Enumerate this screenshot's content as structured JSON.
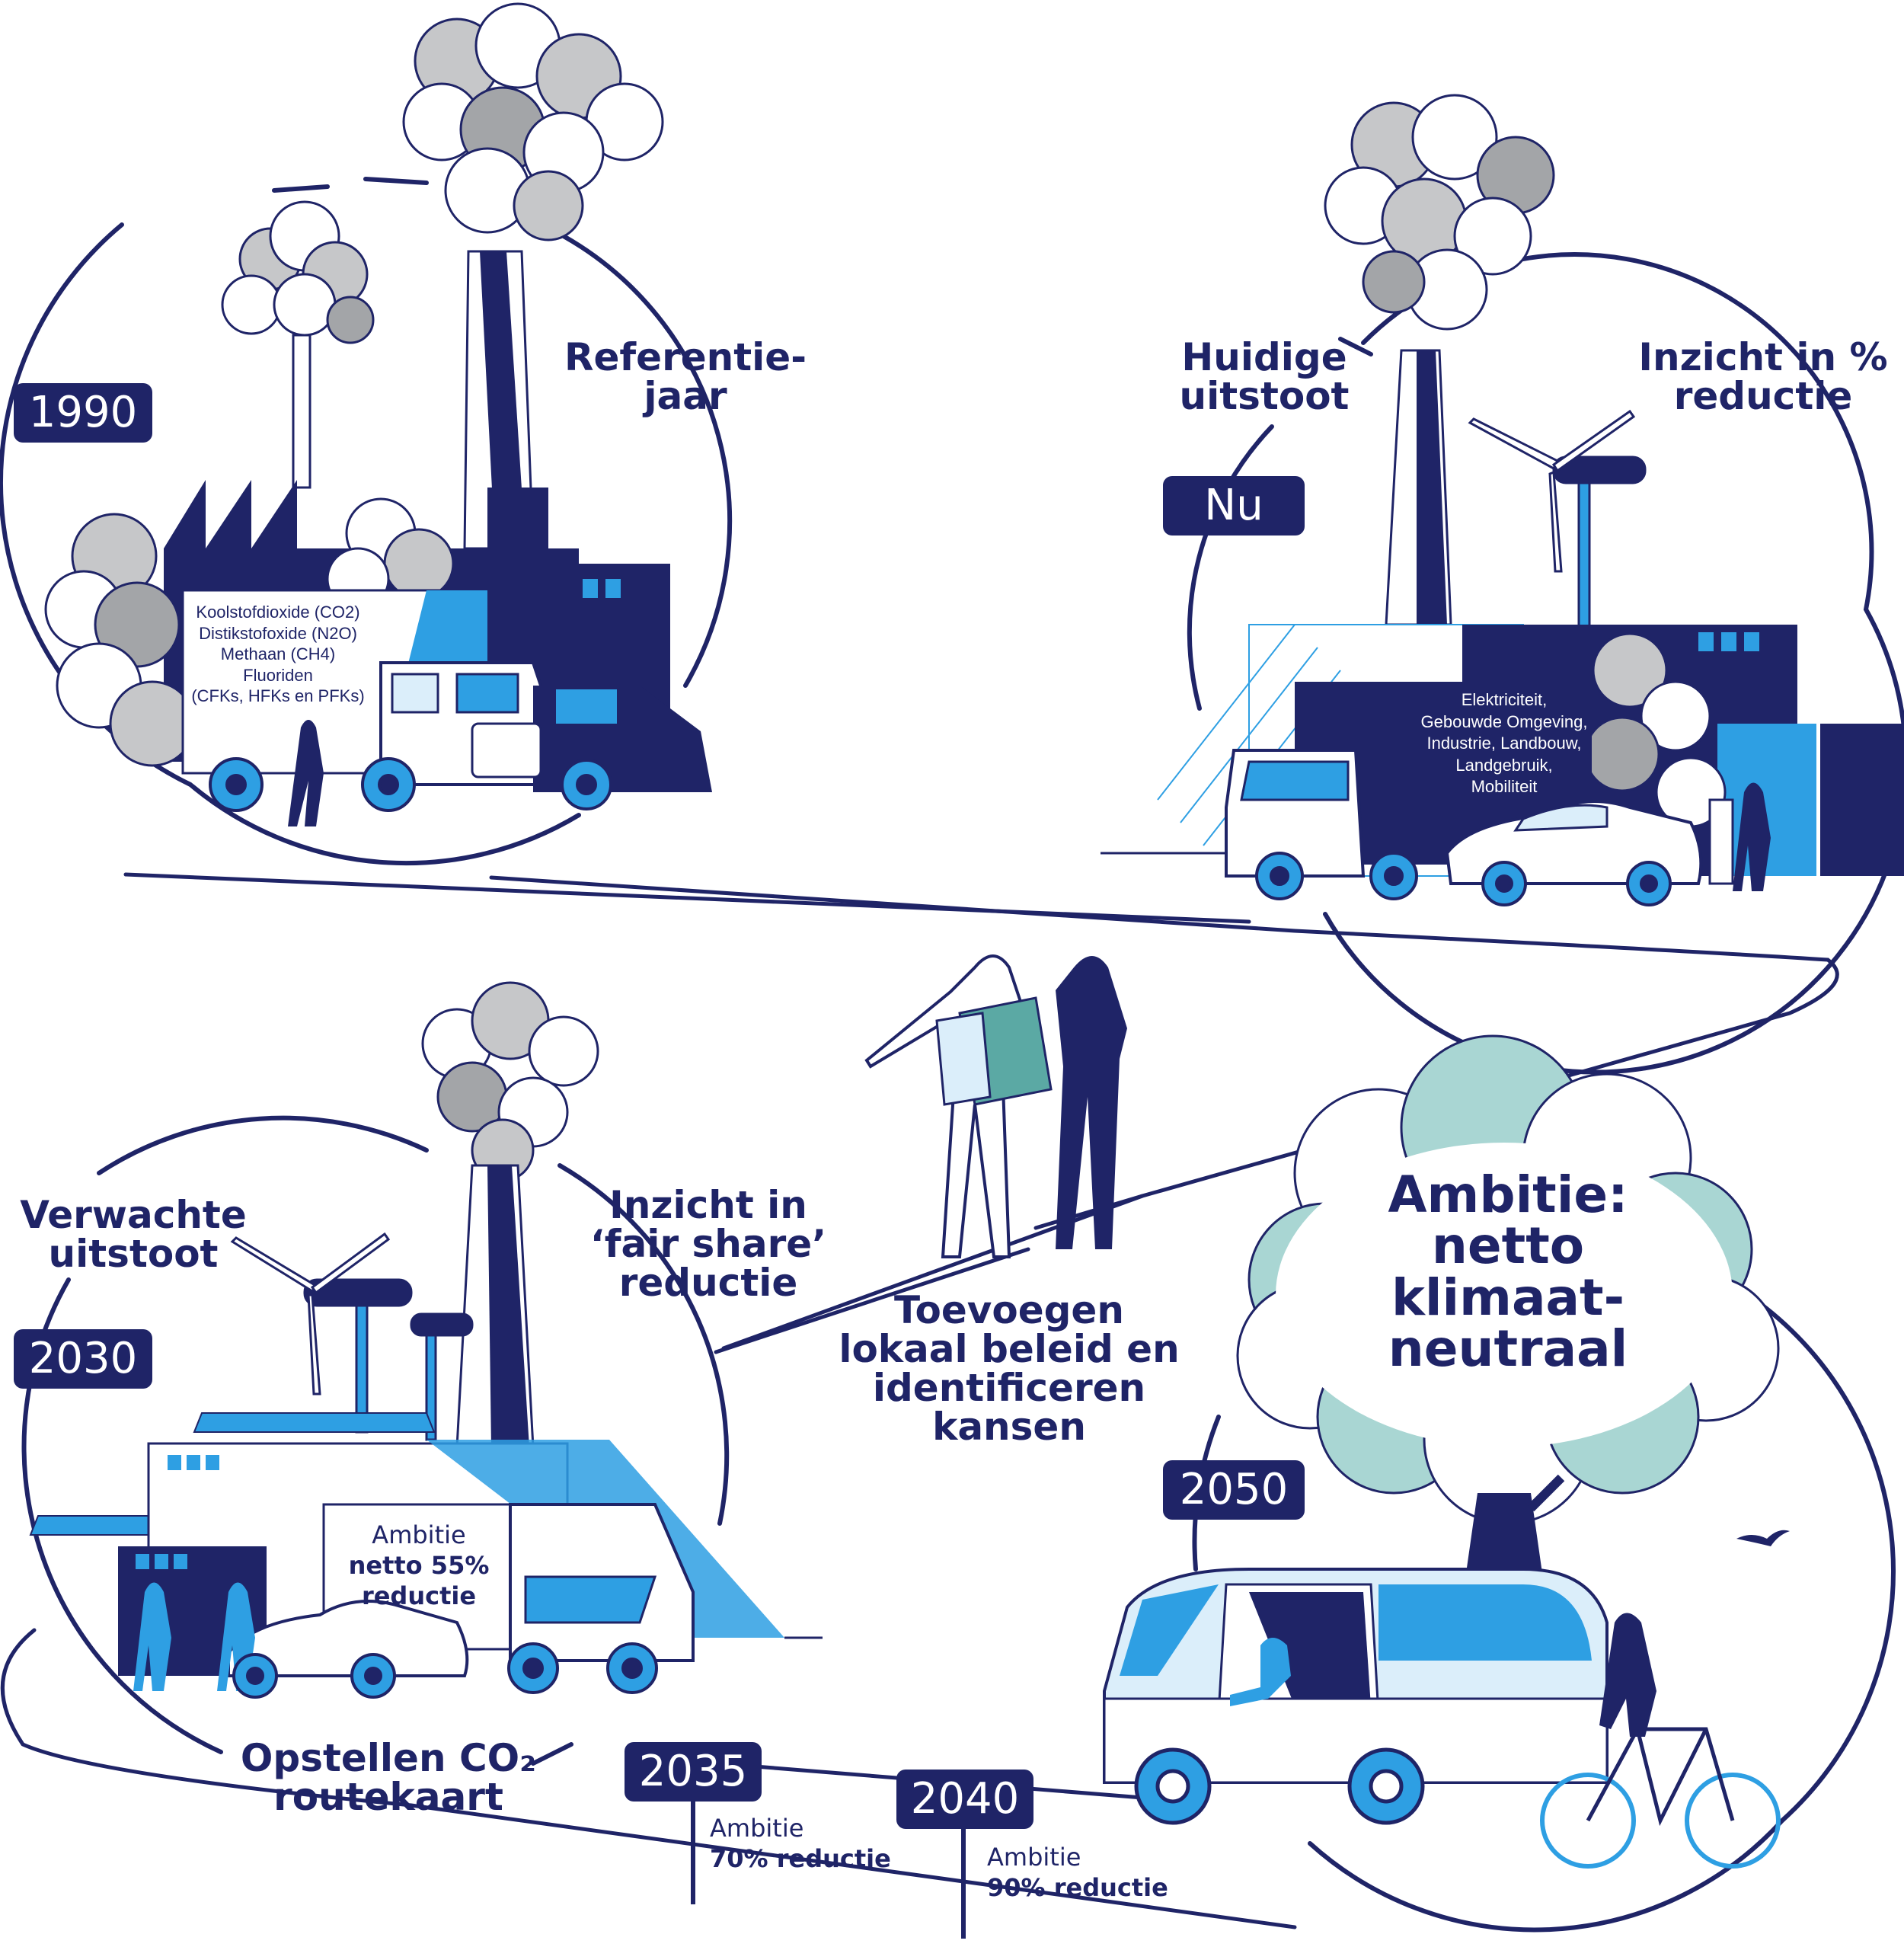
{
  "milestones": {
    "y1990": {
      "year": "1990",
      "label_lines": [
        "Referentie-",
        "jaar"
      ],
      "truck_lines": [
        "Koolstofdioxide (CO2)",
        "Distikstofoxide (N2O)",
        "Methaan (CH4)",
        "Fluoriden",
        "(CFKs, HFKs en PFKs)"
      ]
    },
    "now": {
      "year": "Nu",
      "label_left_lines": [
        "Huidige",
        "uitstoot"
      ],
      "label_right_lines": [
        "Inzicht in %",
        "reductie"
      ],
      "truck_lines": [
        "Elektriciteit,",
        "Gebouwde Omgeving,",
        "Industrie, Landbouw,",
        "Landgebruik,",
        "Mobiliteit"
      ]
    },
    "y2030": {
      "year": "2030",
      "label_left_lines": [
        "Verwachte",
        "uitstoot"
      ],
      "label_right_lines": [
        "Inzicht in",
        "‘fair share’",
        "reductie"
      ],
      "truck_lines": [
        "Ambitie",
        "netto 55%",
        "reductie"
      ],
      "bottom_label_lines": [
        "Opstellen CO₂",
        "routekaart"
      ]
    },
    "y2035": {
      "year": "2035",
      "ambition_lines": [
        "Ambitie",
        "70% reductie"
      ]
    },
    "y2040": {
      "year": "2040",
      "ambition_lines": [
        "Ambitie",
        "90% reductie"
      ]
    },
    "y2050": {
      "year": "2050",
      "cloud_lines": [
        "Ambitie:",
        "netto",
        "klimaat-",
        "neutraal"
      ]
    }
  },
  "center_label_lines": [
    "Toevoegen",
    "lokaal beleid en",
    "identificeren",
    "kansen"
  ],
  "colors": {
    "navy": "#1f2467",
    "blue": "#2e9fe3",
    "light_blue": "#dbeefa",
    "smoke": "#c6c7c9",
    "smoke_dark": "#a3a5a8",
    "teal": "#a9d6d3",
    "teal_dark": "#5ba9a4"
  }
}
